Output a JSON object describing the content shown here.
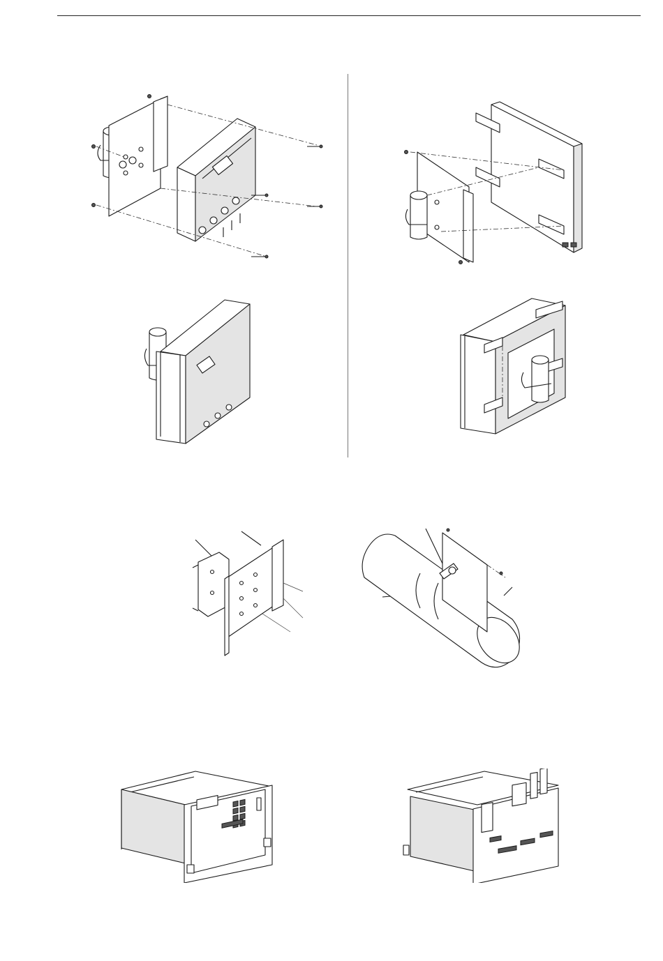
{
  "page": {
    "header_rule": true,
    "column_divider": true
  },
  "figures": [
    {
      "id": "pipe-mount-exploded-front",
      "icon": "exploded-assembly-drawing"
    },
    {
      "id": "pipe-mount-exploded-rear",
      "icon": "exploded-assembly-drawing"
    },
    {
      "id": "pipe-mount-assembled-front",
      "icon": "assembly-drawing"
    },
    {
      "id": "pipe-mount-assembled-rear",
      "icon": "assembly-drawing"
    },
    {
      "id": "bracket-clamp-detail",
      "icon": "detail-drawing"
    },
    {
      "id": "horizontal-pipe-clamp",
      "icon": "detail-drawing"
    },
    {
      "id": "panel-mount-front",
      "icon": "panel-mount-drawing"
    },
    {
      "id": "panel-mount-rear",
      "icon": "panel-mount-drawing"
    }
  ]
}
